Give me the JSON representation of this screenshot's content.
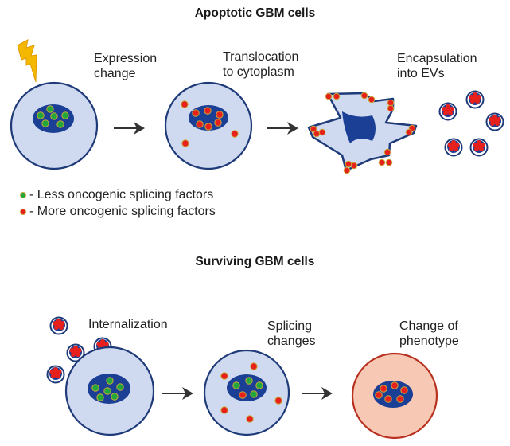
{
  "colors": {
    "cell_fill": "#cfdaf0",
    "cell_stroke": "#1f3a78",
    "nucleus": "#1c3f96",
    "green_factor": "#22a83a",
    "red_factor": "#e8201c",
    "factor_ring": "#c8a83a",
    "changed_cell_fill": "#f7c9b4",
    "changed_cell_stroke": "#b83020",
    "arrow": "#333333",
    "lightning": "#f5b800"
  },
  "top_panel": {
    "title": "Apoptotic  GBM cells",
    "steps": [
      {
        "label_line1": "Expression",
        "label_line2": "change"
      },
      {
        "label_line1": "Translocation",
        "label_line2": "to cytoplasm"
      },
      {
        "label_line1": "Encapsulation",
        "label_line2": "into EVs"
      }
    ]
  },
  "legend": {
    "items": [
      {
        "color": "#22a83a",
        "text": "- Less oncogenic splicing factors"
      },
      {
        "color": "#e8201c",
        "text": "- More oncogenic splicing factors"
      }
    ]
  },
  "bottom_panel": {
    "title": "Surviving GBM cells",
    "steps": [
      {
        "label_line1": "Internalization",
        "label_line2": ""
      },
      {
        "label_line1": "Splicing",
        "label_line2": "changes"
      },
      {
        "label_line1": "Change of",
        "label_line2": "phenotype"
      }
    ]
  }
}
